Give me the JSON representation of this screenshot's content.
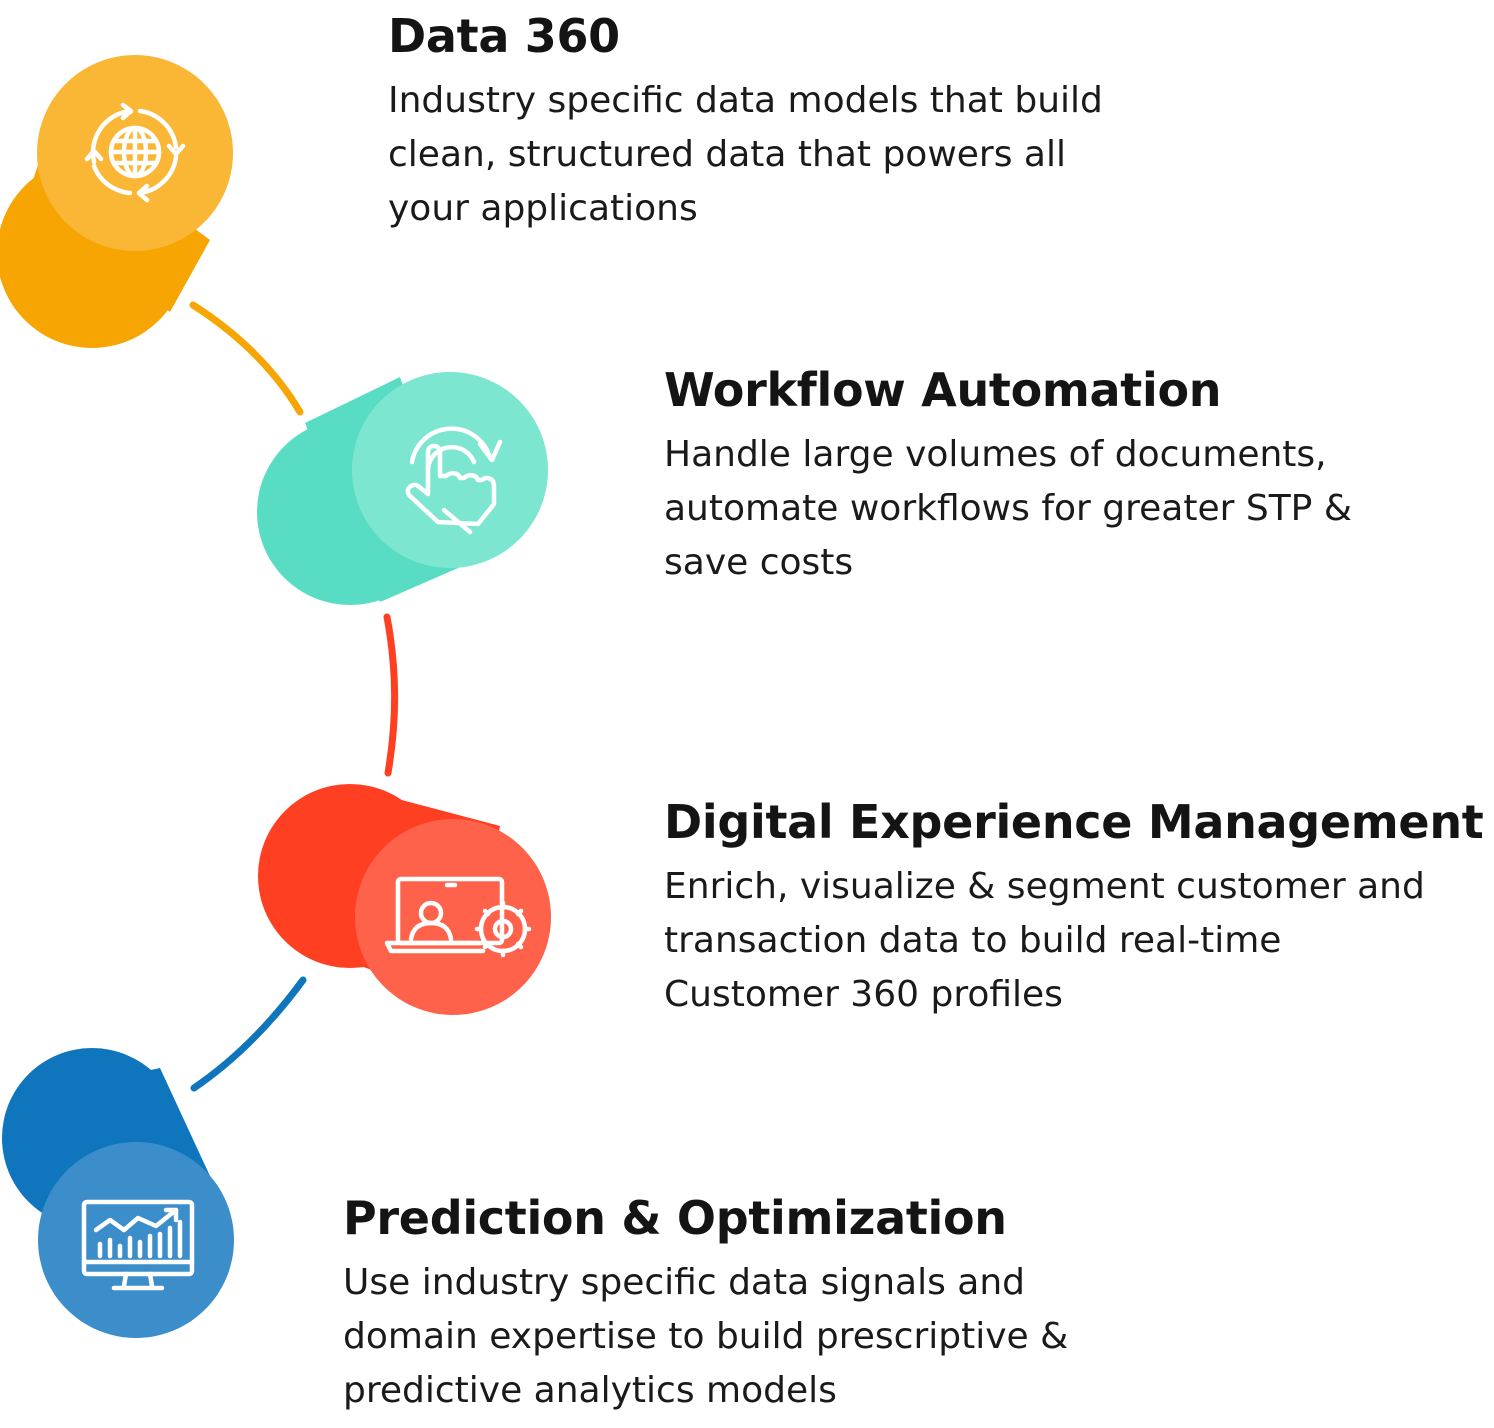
{
  "colors": {
    "data360_dark": "#F6A503",
    "data360_light": "#FAB736",
    "workflow_dark": "#58DDC4",
    "workflow_light": "#7DE6D1",
    "digital_dark": "#FF3F21",
    "digital_light": "#FF624A",
    "prediction_dark": "#0F75BD",
    "prediction_light": "#3C8ECB",
    "connector_orange": "#F6A503",
    "connector_red": "#FF3F21",
    "connector_blue": "#0F75BD",
    "text": "#141414"
  },
  "steps": [
    {
      "title": "Data 360",
      "icon": "globe-cycle-icon",
      "desc": [
        "Industry specific data models that build",
        "clean, structured data that powers all",
        "your applications"
      ]
    },
    {
      "title": "Workflow Automation",
      "icon": "hand-tap-refresh-icon",
      "desc": [
        "Handle large volumes of documents,",
        "automate workflows for greater STP &",
        "save costs"
      ]
    },
    {
      "title": "Digital Experience Management",
      "icon": "laptop-user-gear-icon",
      "desc": [
        "Enrich, visualize & segment customer and",
        "transaction data to build  real-time",
        "Customer 360 profiles"
      ]
    },
    {
      "title": "Prediction & Optimization",
      "icon": "monitor-analytics-icon",
      "desc": [
        "Use industry specific data signals and",
        "domain expertise to build prescriptive &",
        "predictive analytics models"
      ]
    }
  ]
}
